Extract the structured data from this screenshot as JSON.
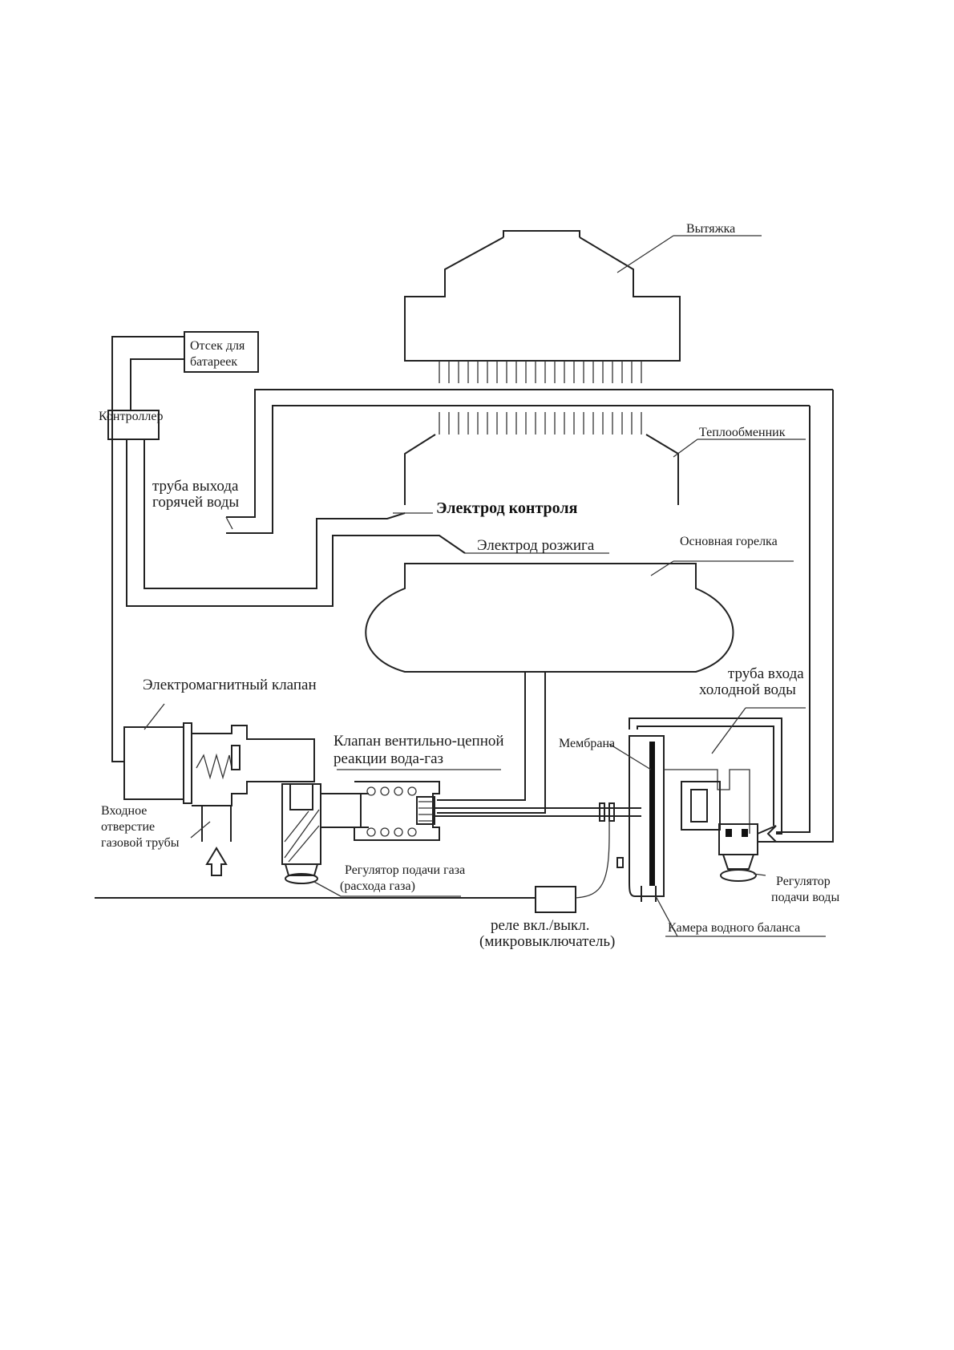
{
  "labels": {
    "hood": "Вытяжка",
    "battery_line1": "Отсек для",
    "battery_line2": "батареек",
    "controller": "Контроллер",
    "heat_exchanger": "Теплообменник",
    "hot_pipe_line1": "труба выхода",
    "hot_pipe_line2": "горячей воды",
    "control_electrode": "Электрод контроля",
    "ignition_electrode": "Электрод розжига",
    "main_burner": "Основная горелка",
    "solenoid_valve": "Электромагнитный клапан",
    "cold_pipe_line1": "труба входа",
    "cold_pipe_line2": "холодной воды",
    "chain_valve_line1": "Клапан вентильно-цепной",
    "chain_valve_line2": "реакции вода-газ",
    "membrane": "Мембрана",
    "gas_inlet_line1": "Входное",
    "gas_inlet_line2": "отверстие",
    "gas_inlet_line3": "газовой трубы",
    "gas_regulator_line1": "Регулятор подачи газа",
    "gas_regulator_line2": "(расхода газа)",
    "water_regulator_line1": "Регулятор",
    "water_regulator_line2": "подачи воды",
    "relay_line1": "реле вкл./выкл.",
    "relay_line2": "(микровыключатель)",
    "water_balance_chamber": "Камера водного баланса"
  },
  "colors": {
    "line": "#222222",
    "background": "#ffffff"
  }
}
